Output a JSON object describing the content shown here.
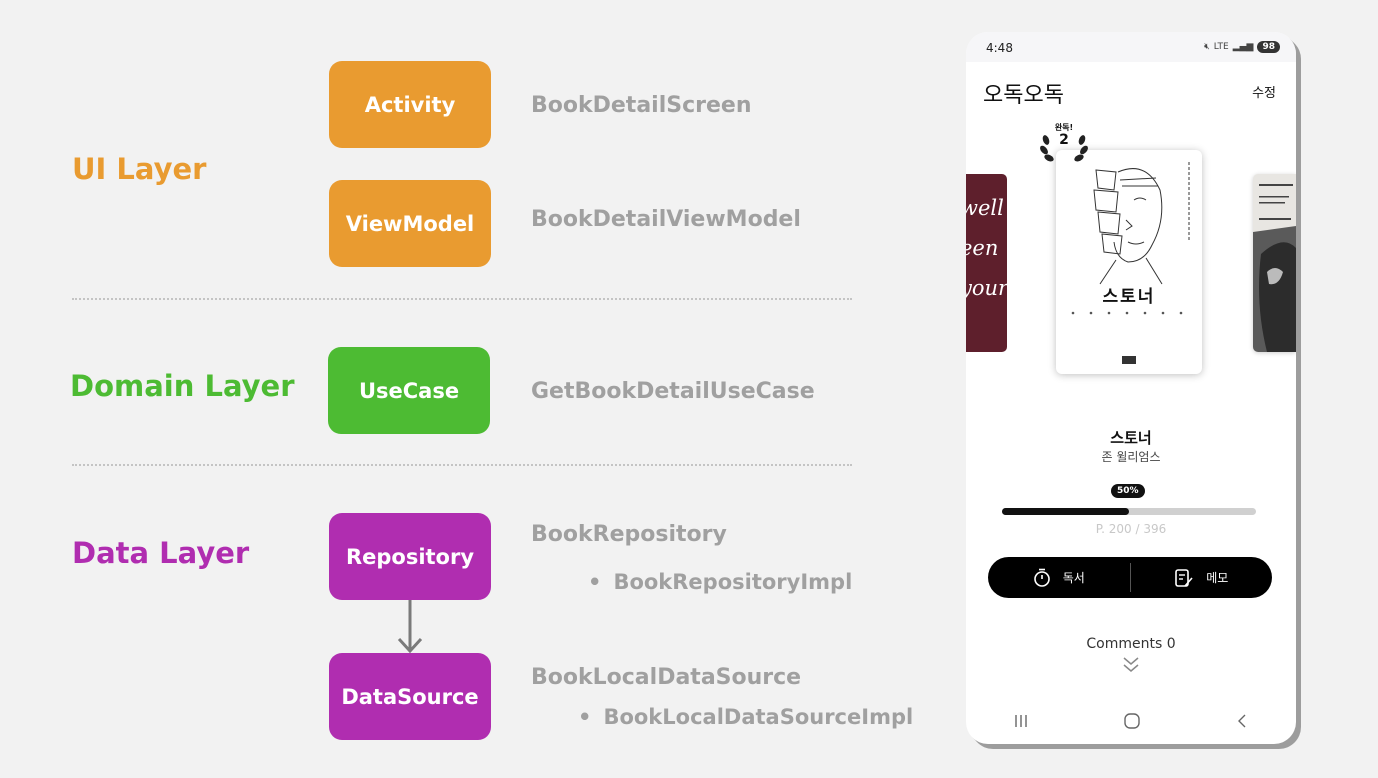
{
  "diagram": {
    "colors": {
      "ui": "#e99b30",
      "domain": "#4dbb33",
      "data": "#b02db0",
      "impl_text": "#a0a0a0"
    },
    "layers": {
      "ui": {
        "label": "UI Layer",
        "components": [
          {
            "box": "Activity",
            "impl": "BookDetailScreen"
          },
          {
            "box": "ViewModel",
            "impl": "BookDetailViewModel"
          }
        ]
      },
      "domain": {
        "label": "Domain Layer",
        "components": [
          {
            "box": "UseCase",
            "impl": "GetBookDetailUseCase"
          }
        ]
      },
      "data": {
        "label": "Data Layer",
        "components": [
          {
            "box": "Repository",
            "impl": "BookRepository",
            "sub": "BookRepositoryImpl"
          },
          {
            "box": "DataSource",
            "impl": "BookLocalDataSource",
            "sub": "BookLocalDataSourceImpl"
          }
        ]
      }
    }
  },
  "phone": {
    "status_time": "4:48",
    "status_network": "LTE",
    "status_battery": "98",
    "app_title": "오독오독",
    "edit_label": "수정",
    "badge": {
      "label": "완독!",
      "count": "2"
    },
    "left_book_text": "well een your l",
    "center_book_cover_title": "스토너",
    "book": {
      "title": "스토너",
      "author": "존 윌리엄스"
    },
    "progress": {
      "percent_label": "50%",
      "fraction": 0.5,
      "pages": "P. 200 / 396"
    },
    "actions": {
      "reading_label": "독서",
      "memo_label": "메모"
    },
    "comments_label": "Comments 0"
  }
}
